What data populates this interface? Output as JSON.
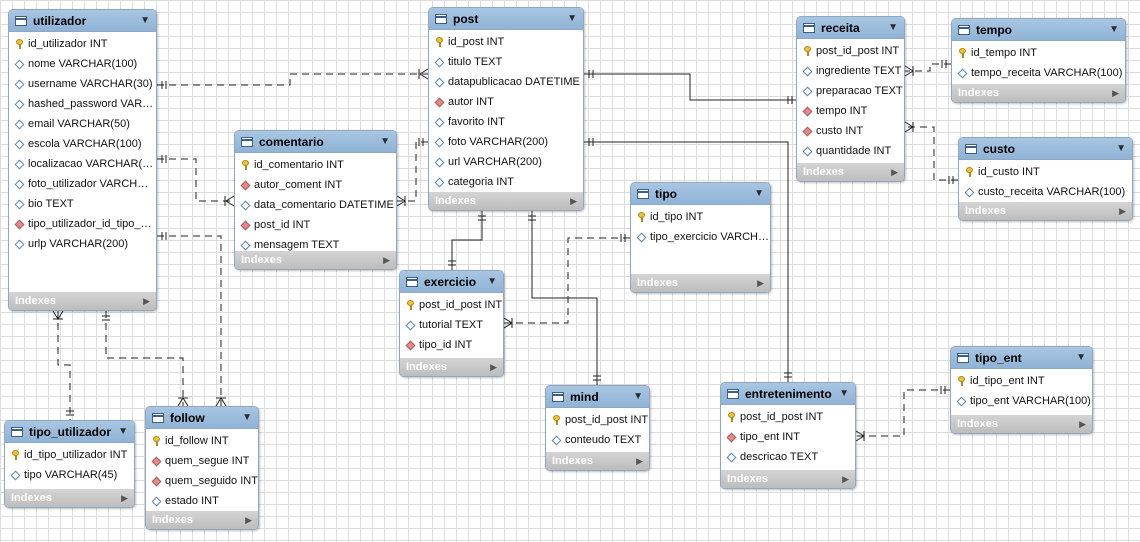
{
  "footer_label": "Indexes",
  "tables": {
    "utilizador": {
      "name": "utilizador",
      "columns": [
        {
          "text": "id_utilizador INT",
          "kind": "pk"
        },
        {
          "text": "nome VARCHAR(100)",
          "kind": "col"
        },
        {
          "text": "username VARCHAR(30)",
          "kind": "col"
        },
        {
          "text": "hashed_password VAR…",
          "kind": "col"
        },
        {
          "text": "email VARCHAR(50)",
          "kind": "col"
        },
        {
          "text": "escola VARCHAR(100)",
          "kind": "col"
        },
        {
          "text": "localizacao VARCHAR(…",
          "kind": "col"
        },
        {
          "text": "foto_utilizador VARCH…",
          "kind": "col"
        },
        {
          "text": "bio TEXT",
          "kind": "col"
        },
        {
          "text": "tipo_utilizador_id_tipo_…",
          "kind": "fk"
        },
        {
          "text": "urlp VARCHAR(200)",
          "kind": "col"
        }
      ]
    },
    "comentario": {
      "name": "comentario",
      "columns": [
        {
          "text": "id_comentario INT",
          "kind": "pk"
        },
        {
          "text": "autor_coment INT",
          "kind": "fk"
        },
        {
          "text": "data_comentario DATETIME",
          "kind": "col"
        },
        {
          "text": "post_id INT",
          "kind": "fk"
        },
        {
          "text": "mensagem TEXT",
          "kind": "col"
        }
      ]
    },
    "post": {
      "name": "post",
      "columns": [
        {
          "text": "id_post INT",
          "kind": "pk"
        },
        {
          "text": "titulo TEXT",
          "kind": "col"
        },
        {
          "text": "datapublicacao DATETIME",
          "kind": "col"
        },
        {
          "text": "autor INT",
          "kind": "fk"
        },
        {
          "text": "favorito INT",
          "kind": "col"
        },
        {
          "text": "foto VARCHAR(200)",
          "kind": "col"
        },
        {
          "text": "url VARCHAR(200)",
          "kind": "col"
        },
        {
          "text": "categoria INT",
          "kind": "col"
        }
      ]
    },
    "receita": {
      "name": "receita",
      "columns": [
        {
          "text": "post_id_post INT",
          "kind": "pk"
        },
        {
          "text": "ingrediente TEXT",
          "kind": "col"
        },
        {
          "text": "preparacao TEXT",
          "kind": "col"
        },
        {
          "text": "tempo INT",
          "kind": "fk"
        },
        {
          "text": "custo INT",
          "kind": "fk"
        },
        {
          "text": "quantidade INT",
          "kind": "col"
        }
      ]
    },
    "tempo": {
      "name": "tempo",
      "columns": [
        {
          "text": "id_tempo INT",
          "kind": "pk"
        },
        {
          "text": "tempo_receita VARCHAR(100)",
          "kind": "col"
        }
      ]
    },
    "custo": {
      "name": "custo",
      "columns": [
        {
          "text": "id_custo INT",
          "kind": "pk"
        },
        {
          "text": "custo_receita VARCHAR(100)",
          "kind": "col"
        }
      ]
    },
    "tipo": {
      "name": "tipo",
      "columns": [
        {
          "text": "id_tipo INT",
          "kind": "pk"
        },
        {
          "text": "tipo_exercicio VARCH…",
          "kind": "col"
        }
      ]
    },
    "exercicio": {
      "name": "exercicio",
      "columns": [
        {
          "text": "post_id_post INT",
          "kind": "pk"
        },
        {
          "text": "tutorial TEXT",
          "kind": "col"
        },
        {
          "text": "tipo_id INT",
          "kind": "fk"
        }
      ]
    },
    "mind": {
      "name": "mind",
      "columns": [
        {
          "text": "post_id_post INT",
          "kind": "pk"
        },
        {
          "text": "conteudo TEXT",
          "kind": "col"
        }
      ]
    },
    "entretenimento": {
      "name": "entretenimento",
      "columns": [
        {
          "text": "post_id_post INT",
          "kind": "pk"
        },
        {
          "text": "tipo_ent INT",
          "kind": "fk"
        },
        {
          "text": "descricao TEXT",
          "kind": "col"
        }
      ]
    },
    "tipo_ent": {
      "name": "tipo_ent",
      "columns": [
        {
          "text": "id_tipo_ent INT",
          "kind": "pk"
        },
        {
          "text": "tipo_ent VARCHAR(100)",
          "kind": "col"
        }
      ]
    },
    "tipo_utilizador": {
      "name": "tipo_utilizador",
      "columns": [
        {
          "text": "id_tipo_utilizador INT",
          "kind": "pk"
        },
        {
          "text": "tipo VARCHAR(45)",
          "kind": "col"
        }
      ]
    },
    "follow": {
      "name": "follow",
      "columns": [
        {
          "text": "id_follow INT",
          "kind": "pk"
        },
        {
          "text": "quem_segue INT",
          "kind": "fk"
        },
        {
          "text": "quem_seguido INT",
          "kind": "fk"
        },
        {
          "text": "estado INT",
          "kind": "col"
        }
      ]
    }
  }
}
